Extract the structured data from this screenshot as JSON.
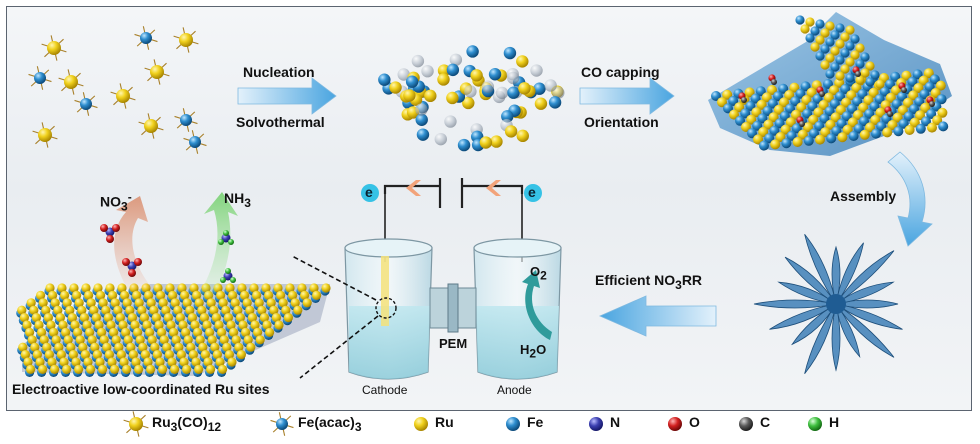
{
  "labels": {
    "nucleation": "Nucleation",
    "solvothermal": "Solvothermal",
    "co_capping": "CO capping",
    "orientation": "Orientation",
    "assembly": "Assembly",
    "efficient": "Efficient NO",
    "efficient_sub": "3",
    "efficient_tail": "RR",
    "no3": "NO",
    "no3_sub": "3",
    "no3_sup": "-",
    "nh3": "NH",
    "nh3_sub": "3",
    "e_left": "e",
    "e_right": "e",
    "o2": "O",
    "o2_sub": "2",
    "h2o_a": "H",
    "h2o_sub": "2",
    "h2o_b": "O",
    "pem": "PEM",
    "cathode": "Cathode",
    "anode": "Anode",
    "sites": "Electroactive low-coordinated Ru sites"
  },
  "legend": {
    "ru3co12_a": "Ru",
    "ru3co12_s1": "3",
    "ru3co12_b": "(CO)",
    "ru3co12_s2": "12",
    "feacac_a": "Fe(acac)",
    "feacac_s": "3",
    "ru": "Ru",
    "fe": "Fe",
    "n": "N",
    "o": "O",
    "c": "C",
    "h": "H"
  },
  "colors": {
    "ru": "#e8c81a",
    "fe": "#2d86c6",
    "n": "#3b3fb0",
    "o": "#d21f1f",
    "c": "#5a5a5a",
    "h": "#3fbf3f",
    "arrow": "#5fb3e8",
    "membrane": "#7fb2d8",
    "electron": "#36c2e6"
  }
}
